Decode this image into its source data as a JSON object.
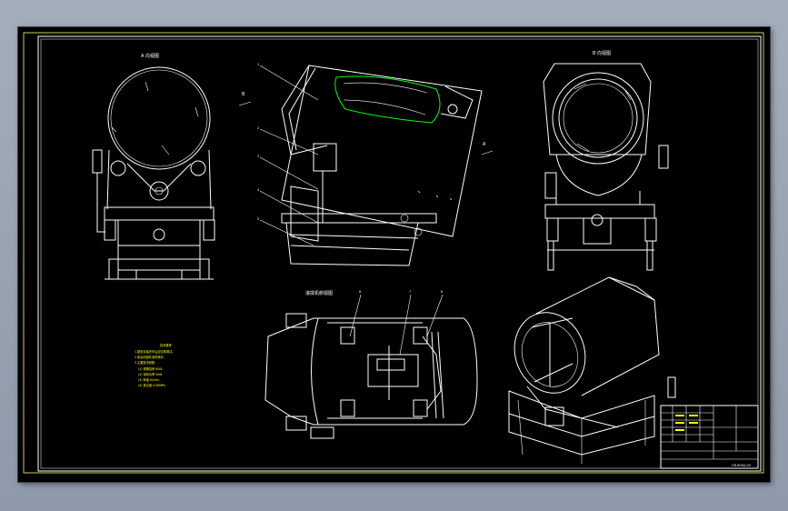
{
  "drawing": {
    "views": {
      "front_view_title": "A 向视图",
      "rear_view_title": "B 向视图",
      "top_view_title": "滚揉机俯视图",
      "side_marker_b": "B",
      "side_marker_a": "A"
    },
    "balloons": [
      "1",
      "2",
      "3",
      "4",
      "5",
      "6",
      "7",
      "8"
    ],
    "notes": {
      "heading": "技术要求",
      "lines": [
        "1.整机安装完毕后应空转调试。",
        "2.各运动部件润滑良好。",
        "3.主要技术参数：",
        "(1) 滚筒容积 600L",
        "(2) 电机功率 3kW",
        "(3) 转速 9r/min",
        "(4) 真空度 0.08MPa"
      ]
    },
    "title_block": {
      "drawing_number": "GR-600A-00"
    },
    "colors": {
      "background": "#000000",
      "lines": "#ffffff",
      "notes": "#ffff00",
      "highlight": "#00ff00",
      "window_frame": "#9aa4b3"
    }
  }
}
